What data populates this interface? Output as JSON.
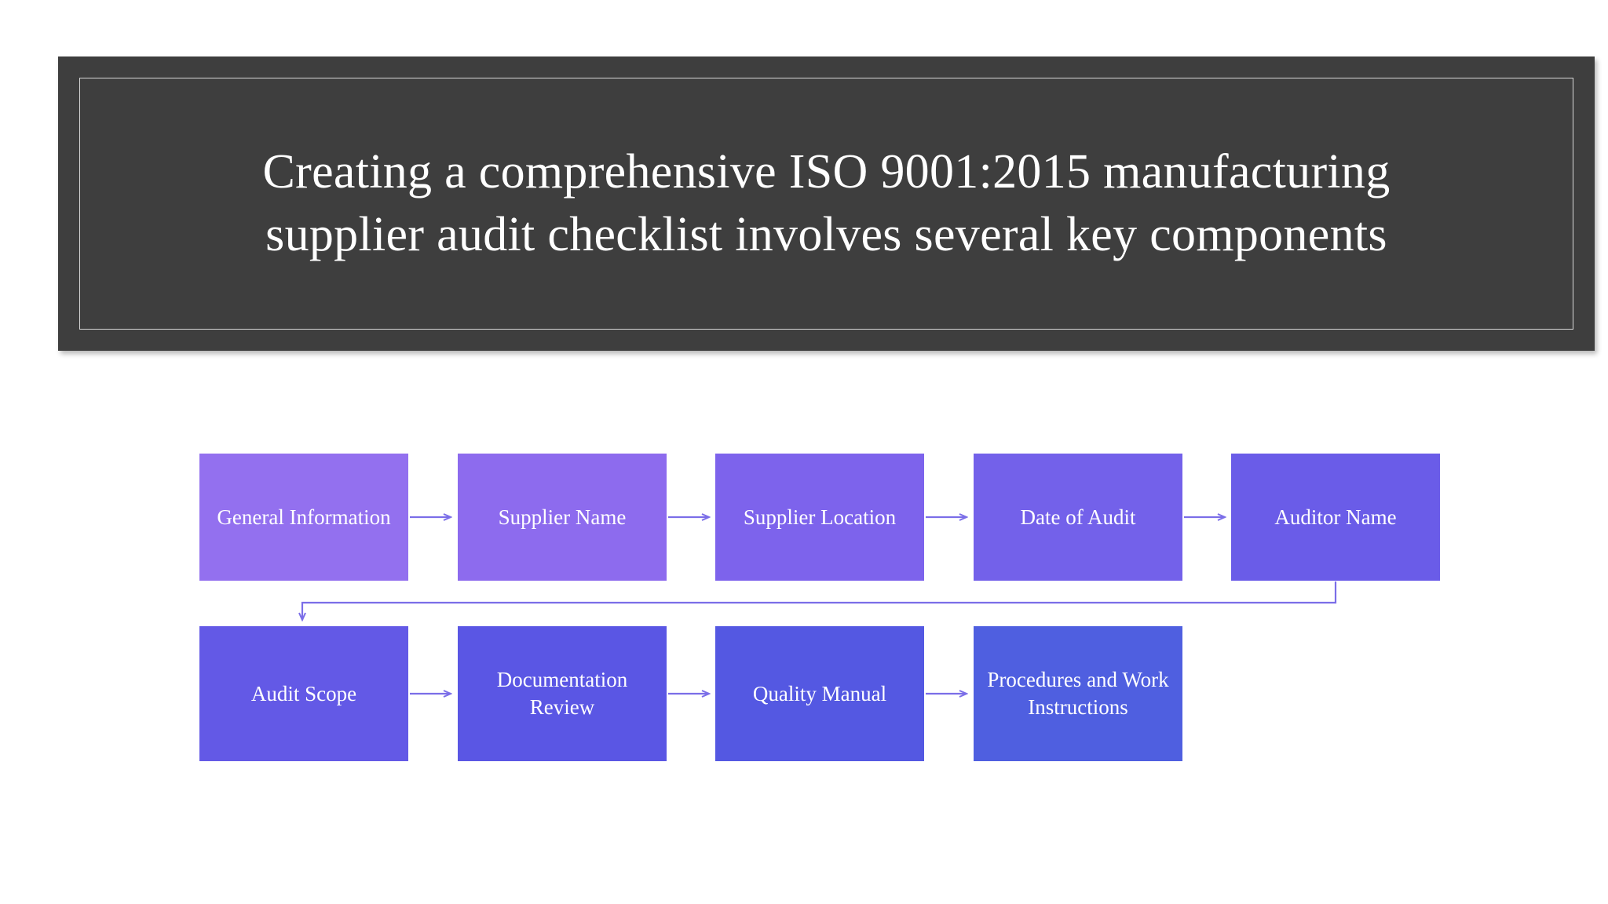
{
  "slide": {
    "background_color": "#ffffff",
    "title": {
      "text": "Creating a comprehensive ISO 9001:2015 manufacturing supplier audit checklist involves several key components",
      "background_color": "#3e3e3e",
      "text_color": "#ffffff",
      "border_color": "#d8d8d8"
    }
  },
  "diagram": {
    "type": "process-flow",
    "connector_color": "#7b6ee8",
    "rows": [
      {
        "name": "row-1",
        "nodes": [
          {
            "label": "General Information",
            "color": "#9370ef"
          },
          {
            "label": "Supplier Name",
            "color": "#8d6bee"
          },
          {
            "label": "Supplier Location",
            "color": "#7d63ec"
          },
          {
            "label": "Date of Audit",
            "color": "#7361ea"
          },
          {
            "label": "Auditor Name",
            "color": "#6a5ce8"
          }
        ]
      },
      {
        "name": "row-2",
        "nodes": [
          {
            "label": "Audit Scope",
            "color": "#6359e6"
          },
          {
            "label": "Documentation Review",
            "color": "#5a56e4"
          },
          {
            "label": "Quality Manual",
            "color": "#5458e2"
          },
          {
            "label": "Procedures and Work Instructions",
            "color": "#4f5fe0"
          }
        ]
      }
    ]
  }
}
